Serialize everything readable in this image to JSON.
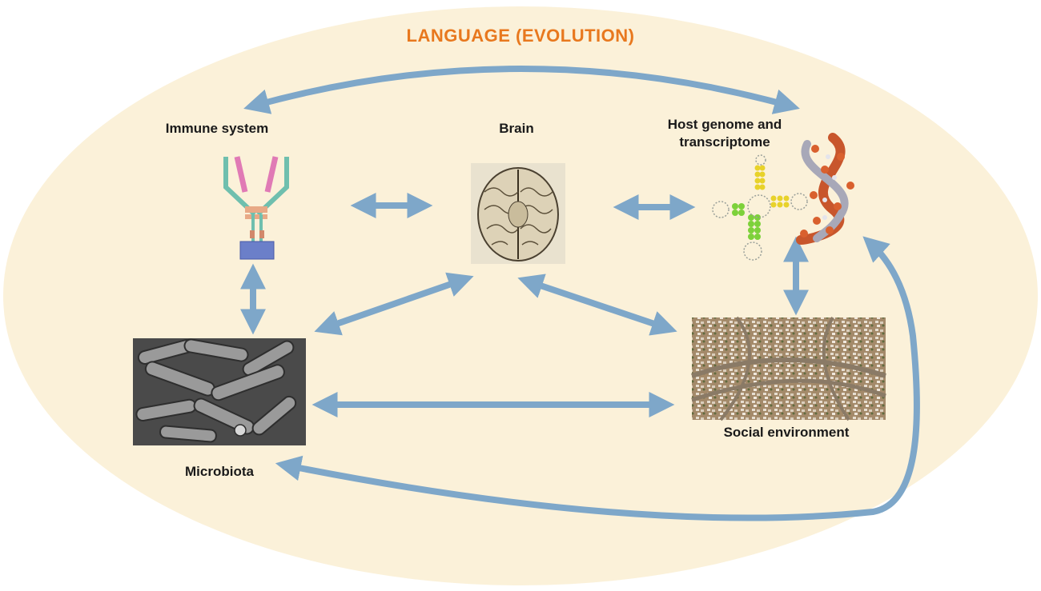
{
  "title": "LANGUAGE (EVOLUTION)",
  "nodes": {
    "immune": {
      "label": "Immune system"
    },
    "brain": {
      "label": "Brain"
    },
    "genome": {
      "label_line1": "Host genome and",
      "label_line2": "transcriptome"
    },
    "microbiota": {
      "label": "Microbiota"
    },
    "social": {
      "label": "Social environment"
    }
  },
  "colors": {
    "ellipse": "#fbf1d9",
    "arrow": "#7ea7c9",
    "title": "#e8781e"
  }
}
